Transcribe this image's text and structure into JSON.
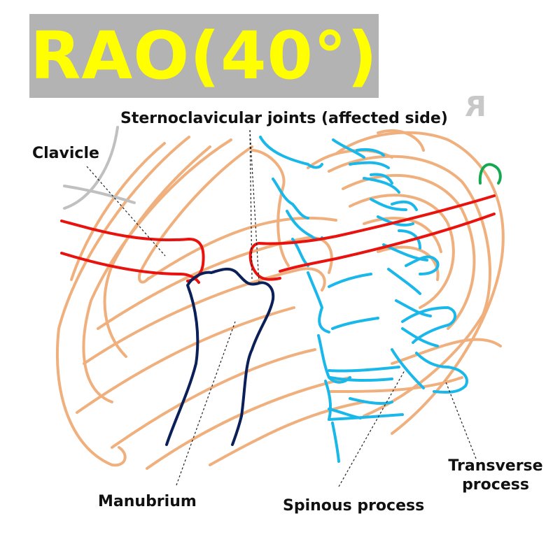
{
  "title": "RAO(40°)",
  "orientation_marker": "R",
  "labels": {
    "sternoclavicular": "Sternoclavicular joints (affected side)",
    "clavicle": "Clavicle",
    "manubrium": "Manubrium",
    "spinous": "Spinous process",
    "transverse_line1": "Transverse",
    "transverse_line2": "process"
  },
  "colors": {
    "title_bg": "#b3b3b3",
    "title_text": "#ffff00",
    "ribs": "#f0b07e",
    "clavicles": "#e8130f",
    "manubrium": "#0b2059",
    "vertebrae": "#1ab8ea",
    "gray_clavicle": "#c0c0c0",
    "green_hook": "#16a850"
  },
  "structures": [
    "ribs",
    "clavicles",
    "manubrium",
    "vertebrae",
    "gray-clavicle",
    "green-hook"
  ]
}
